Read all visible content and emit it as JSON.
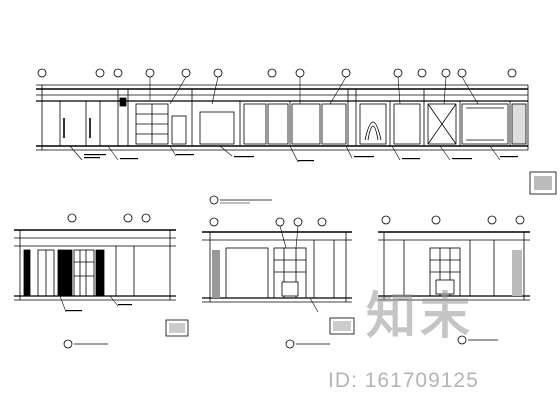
{
  "watermark": {
    "logo_text": "知末",
    "id_text": "ID: 161709125"
  },
  "drawing": {
    "sheet_type": "architectural elevation drawing sheet",
    "views": [
      {
        "name": "long-wall-elevation",
        "row": "top"
      },
      {
        "name": "elevation-detail-left",
        "row": "bottom"
      },
      {
        "name": "elevation-detail-center",
        "row": "bottom"
      },
      {
        "name": "elevation-detail-right",
        "row": "bottom"
      }
    ],
    "colors": {
      "line": "#000000",
      "background": "#ffffff",
      "watermark": "#969696"
    }
  }
}
